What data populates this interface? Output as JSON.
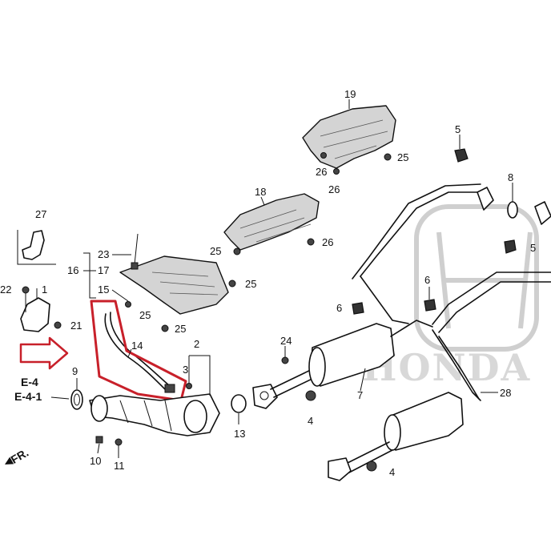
{
  "watermark": {
    "logo": "H",
    "text": "HONDA"
  },
  "section_refs": {
    "primary": "E-4",
    "secondary": "E-4-1"
  },
  "direction_label": "FR.",
  "colors": {
    "highlight": "#c8202a",
    "shield_fill": "#d4d4d4",
    "ink": "#111111"
  },
  "callouts": {
    "n1": "1",
    "n2": "2",
    "n3": "3",
    "n4a": "4",
    "n4b": "4",
    "n5a": "5",
    "n5b": "5",
    "n6a": "6",
    "n6b": "6",
    "n7": "7",
    "n8": "8",
    "n9": "9",
    "n10": "10",
    "n11": "11",
    "n13": "13",
    "n14": "14",
    "n15": "15",
    "n16": "16",
    "n17": "17",
    "n18": "18",
    "n19": "19",
    "n21": "21",
    "n22": "22",
    "n23": "23",
    "n24": "24",
    "n25a": "25",
    "n25b": "25",
    "n25c": "25",
    "n25d": "25",
    "n25e": "25",
    "n26a": "26",
    "n26b": "26",
    "n26c": "26",
    "n27": "27",
    "n28": "28"
  }
}
